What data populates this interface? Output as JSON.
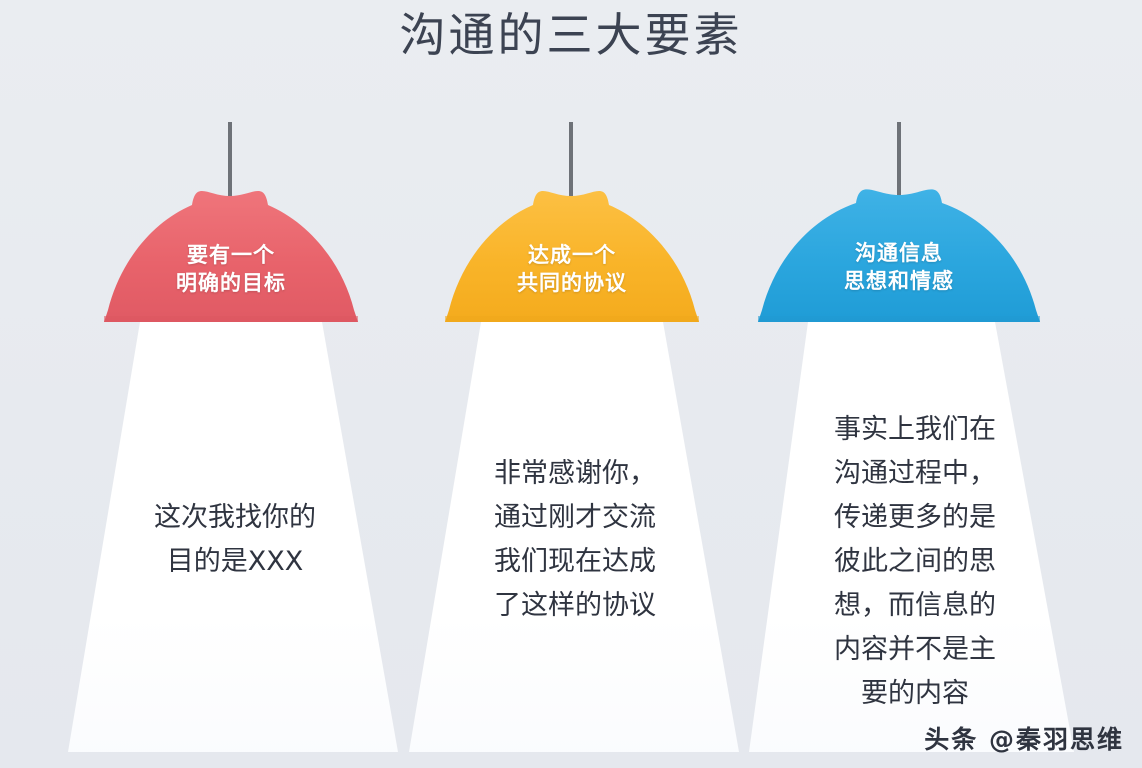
{
  "page": {
    "title": "沟通的三大要素",
    "background_color": "#e8ebf0",
    "title_color": "#3c4352"
  },
  "watermark": {
    "prefix": "头条",
    "handle": "@秦羽思维",
    "full": "头条 @秦羽思维"
  },
  "pillars": [
    {
      "id": "pillar-goal",
      "color": "#e8636b",
      "color_dark": "#d9545d",
      "caption_line1": "要有一个",
      "caption_line2": "明确的目标",
      "body_lines": [
        "这次我找你的",
        "目的是XXX"
      ]
    },
    {
      "id": "pillar-agreement",
      "color": "#f9b429",
      "color_dark": "#eda619",
      "caption_line1": "达成一个",
      "caption_line2": "共同的协议",
      "body_lines": [
        "非常感谢你，",
        "通过刚才交流",
        "我们现在达成",
        "了这样的协议"
      ]
    },
    {
      "id": "pillar-message",
      "color": "#2ba6de",
      "color_dark": "#1f96cf",
      "caption_line1": "沟通信息",
      "caption_line2": "思想和情感",
      "body_lines": [
        "事实上我们在",
        "沟通过程中，",
        "传递更多的是",
        "彼此之间的思",
        "想，而信息的",
        "内容并不是主",
        "要的内容"
      ]
    }
  ],
  "icons": {
    "stem": "lamp-stem-icon",
    "dome": "lamp-dome-icon",
    "beam": "light-beam-icon"
  }
}
